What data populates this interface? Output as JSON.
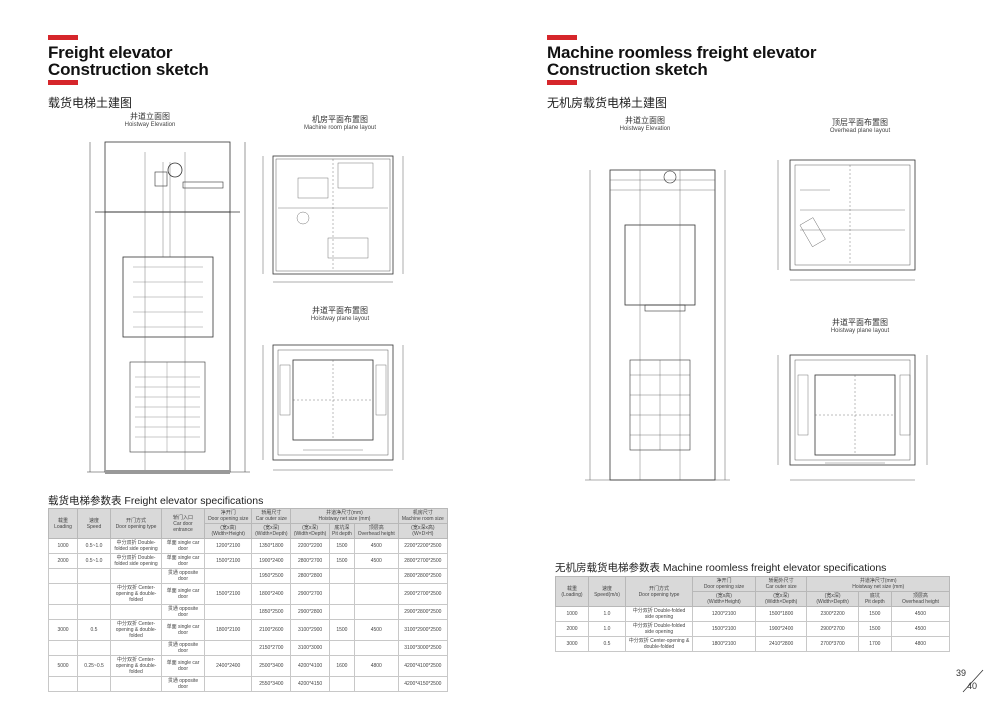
{
  "left": {
    "title_line1": "Freight elevator",
    "title_line2": "Construction sketch",
    "subtitle_cn": "载货电梯土建图",
    "hoistway_elevation_cn": "井道立面图",
    "hoistway_elevation_en": "Hoistway Elevation",
    "machine_room_cn": "机房平面布置图",
    "machine_room_en": "Machine room plane layout",
    "hoistway_plane_cn": "井道平面布置图",
    "hoistway_plane_en": "Hoistway plane layout",
    "table_caption": "载货电梯参数表 Freight elevator specifications",
    "table_headers": {
      "loading": "载重\nLoading",
      "speed": "速度\nSpeed",
      "door_opening": "开门方式\nDoor opening type",
      "car_door_entrance": "轿门入口\nCar door entrance",
      "door_opening_size": "净开门\nDoor opening size",
      "car_outer_size": "轿厢尺寸\nCar outer size",
      "hoistway_net_size": "井道净尺寸(mm)\nHoistway net size (mm)",
      "machine_room_size": "机房尺寸\nMachine room size",
      "sub_wh": "(宽x高)\n(Width×Height)",
      "sub_wd": "(宽x深)\n(Width×Depth)",
      "sub_hw": "(宽x深)\n(Width×Depth)",
      "sub_pit": "底坑深\nPit depth",
      "sub_overhead": "顶层高\nOverhead height",
      "sub_mr": "(宽x深x高)\n(W×D×H)"
    },
    "table_rows": [
      [
        "1000",
        "0.5~1.0",
        "中分双折 Double-folded side opening",
        "单面 single car door",
        "1200*2100",
        "1350*1800",
        "2200*2200",
        "1500",
        "4500",
        "2200*2200*2500"
      ],
      [
        "2000",
        "0.5~1.0",
        "中分双折 Double-folded side opening",
        "单面 single car door",
        "1500*2100",
        "1900*2400",
        "2800*2700",
        "1500",
        "4500",
        "2800*2700*2500"
      ],
      [
        "",
        "",
        "",
        "贯通 opposite door",
        "",
        "1950*2500",
        "2800*2800",
        "",
        "",
        "2800*2800*2500"
      ],
      [
        "",
        "",
        "中分双折 Center-opening & double-folded",
        "单面 single car door",
        "1500*2100",
        "1800*2400",
        "2900*2700",
        "",
        "",
        "2900*2700*2500"
      ],
      [
        "",
        "",
        "",
        "贯通 opposite door",
        "",
        "1850*2500",
        "2900*2800",
        "",
        "",
        "2900*2800*2500"
      ],
      [
        "3000",
        "0.5",
        "中分双折 Center-opening & double-folded",
        "单面 single car door",
        "1800*2100",
        "2100*2600",
        "3100*2900",
        "1500",
        "4500",
        "3100*2900*2500"
      ],
      [
        "",
        "",
        "",
        "贯通 opposite door",
        "",
        "2150*2700",
        "3100*3000",
        "",
        "",
        "3100*3000*2500"
      ],
      [
        "5000",
        "0.25~0.5",
        "中分双折 Center-opening & double-folded",
        "单面 single car door",
        "2400*2400",
        "2500*3400",
        "4200*4100",
        "1600",
        "4800",
        "4200*4100*2500"
      ],
      [
        "",
        "",
        "",
        "贯通 opposite door",
        "",
        "2550*3400",
        "4200*4150",
        "",
        "",
        "4200*4150*2500"
      ]
    ]
  },
  "right": {
    "title_line1": "Machine roomless freight elevator",
    "title_line2": "Construction sketch",
    "subtitle_cn": "无机房载货电梯土建图",
    "hoistway_elevation_cn": "井道立面图",
    "hoistway_elevation_en": "Hoistway Elevation",
    "overhead_cn": "顶层平面布置图",
    "overhead_en": "Overhead plane layout",
    "hoistway_plane_cn": "井道平面布置图",
    "hoistway_plane_en": "Hoistway plane layout",
    "table_caption": "无机房载货电梯参数表 Machine roomless freight elevator specifications",
    "table_headers": {
      "loading": "载重\n(Loading)",
      "speed": "速度\nSpeed(m/s)",
      "door_opening": "开门方式\nDoor opening type",
      "door_opening_size": "净开门\nDoor opening size",
      "car_outer_size": "轿厢外尺寸\nCar outer size",
      "hoistway_net_size": "井道净尺寸(mm)\nHoistway net size (mm)",
      "sub_wh": "(宽x高)\n(Width×Height)",
      "sub_wd": "(宽x深)\n(Width×Depth)",
      "sub_hw": "(宽x深)\n(Width×Depth)",
      "sub_pit": "底坑\nPit depth",
      "sub_overhead": "顶层高\nOverhead height"
    },
    "table_rows": [
      [
        "1000",
        "1.0",
        "中分双折 Double-folded side opening",
        "1200*2100",
        "1500*1800",
        "2300*2200",
        "1500",
        "4500"
      ],
      [
        "2000",
        "1.0",
        "中分双折 Double-folded side opening",
        "1500*2100",
        "1900*2400",
        "2900*2700",
        "1500",
        "4500"
      ],
      [
        "3000",
        "0.5",
        "中分双折 Center-opening & double-folded",
        "1800*2100",
        "2410*2800",
        "2700*3700",
        "1700",
        "4800"
      ]
    ]
  },
  "page_number_top": "39",
  "page_number_bottom": "40",
  "colors": {
    "accent": "#d6262b",
    "header_bg": "#d9d9d9",
    "line": "#333333"
  }
}
